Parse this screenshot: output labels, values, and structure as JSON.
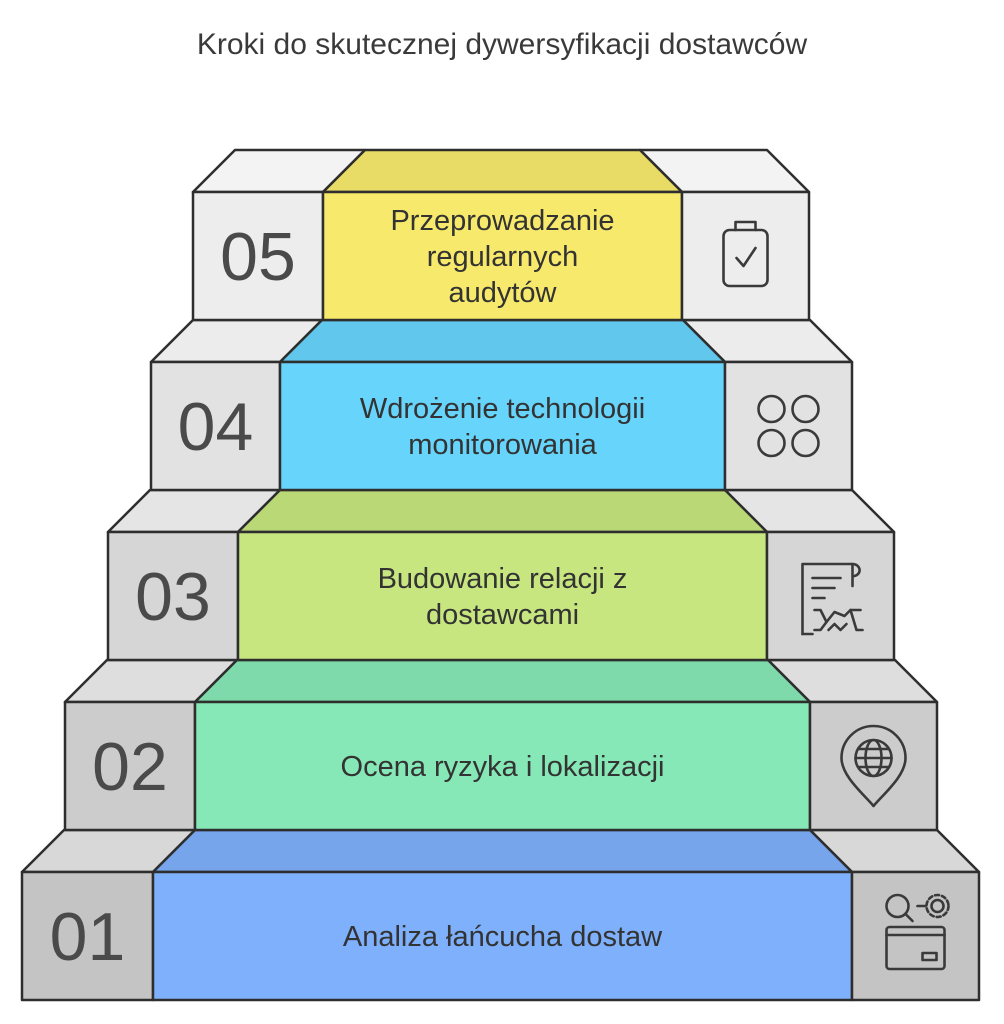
{
  "title": "Kroki do skutecznej dywersyfikacji dostawców",
  "steps": [
    {
      "number": "01",
      "label_lines": [
        "Analiza łańcucha dostaw"
      ],
      "color": "#7eb0fb",
      "icon": "search-gear-box-icon",
      "side_front": "#c4c4c4",
      "side_top": "#d8d8d8"
    },
    {
      "number": "02",
      "label_lines": [
        "Ocena ryzyka i lokalizacji"
      ],
      "color": "#86e8b6",
      "icon": "globe-location-pin-icon",
      "side_front": "#cccccc",
      "side_top": "#dedede"
    },
    {
      "number": "03",
      "label_lines": [
        "Budowanie relacji z",
        "dostawcami"
      ],
      "color": "#c7e67f",
      "icon": "contract-handshake-icon",
      "side_front": "#d6d6d6",
      "side_top": "#e5e5e5"
    },
    {
      "number": "04",
      "label_lines": [
        "Wdrożenie technologii",
        "monitorowania"
      ],
      "color": "#67d4fb",
      "icon": "four-circles-grid-icon",
      "side_front": "#e2e2e2",
      "side_top": "#ececec"
    },
    {
      "number": "05",
      "label_lines": [
        "Przeprowadzanie",
        "regularnych",
        "audytów"
      ],
      "color": "#f7e96c",
      "icon": "clipboard-check-icon",
      "side_front": "#ededed",
      "side_top": "#f3f3f3"
    }
  ]
}
